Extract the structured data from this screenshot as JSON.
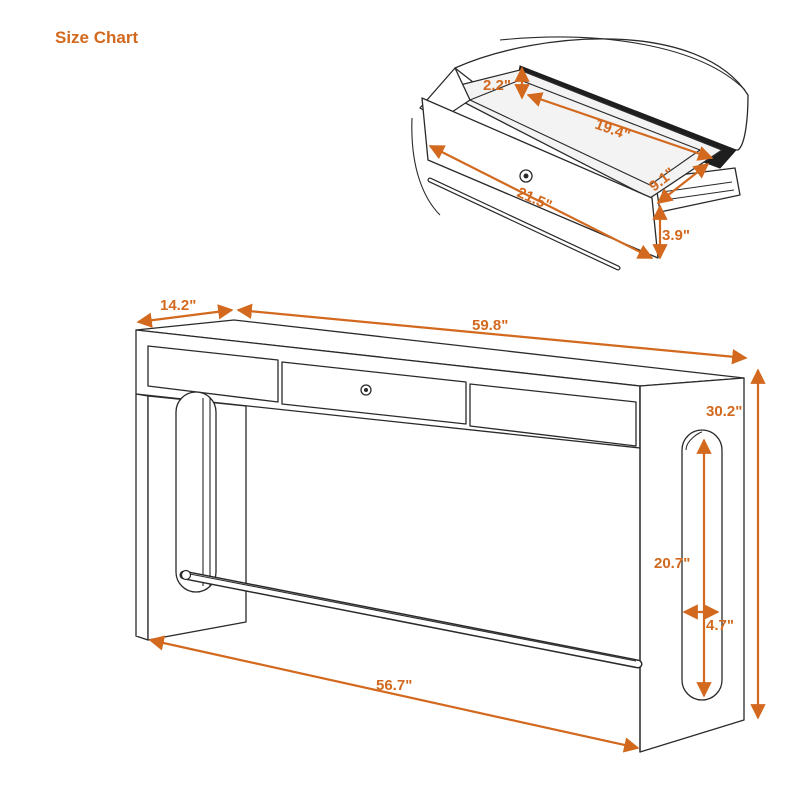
{
  "title": "Size Chart",
  "colors": {
    "accent": "#d2691e",
    "line": "#2a2a2a",
    "background": "#ffffff"
  },
  "dimensions": {
    "drawer_height": "2.2\"",
    "drawer_inner_length": "19.4\"",
    "drawer_depth": "9.1\"",
    "drawer_front_width": "21.5\"",
    "drawer_front_height": "3.9\"",
    "table_depth": "14.2\"",
    "table_length": "59.8\"",
    "table_height": "30.2\"",
    "leg_opening_height": "20.7\"",
    "leg_opening_width": "4.7\"",
    "footrest_length": "56.7\""
  }
}
